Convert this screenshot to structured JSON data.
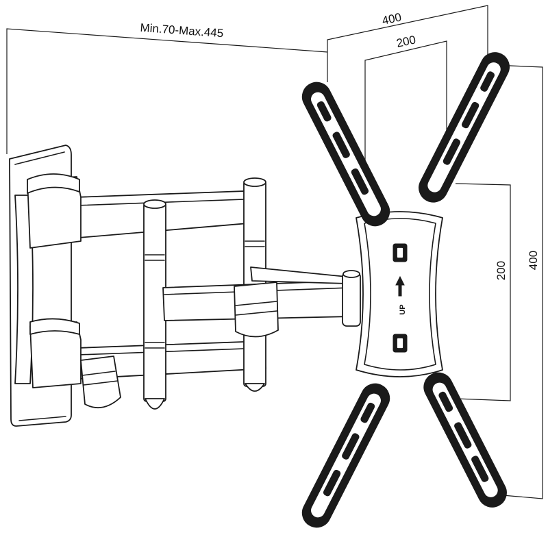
{
  "dimensions": {
    "arm_extension": "Min.70-Max.445",
    "vesa_outer_width": "400",
    "vesa_inner_width": "200",
    "vesa_outer_height": "400",
    "vesa_inner_height": "200"
  },
  "plate_label": "UP",
  "colors": {
    "line": "#1a1a1a",
    "background": "#ffffff"
  }
}
